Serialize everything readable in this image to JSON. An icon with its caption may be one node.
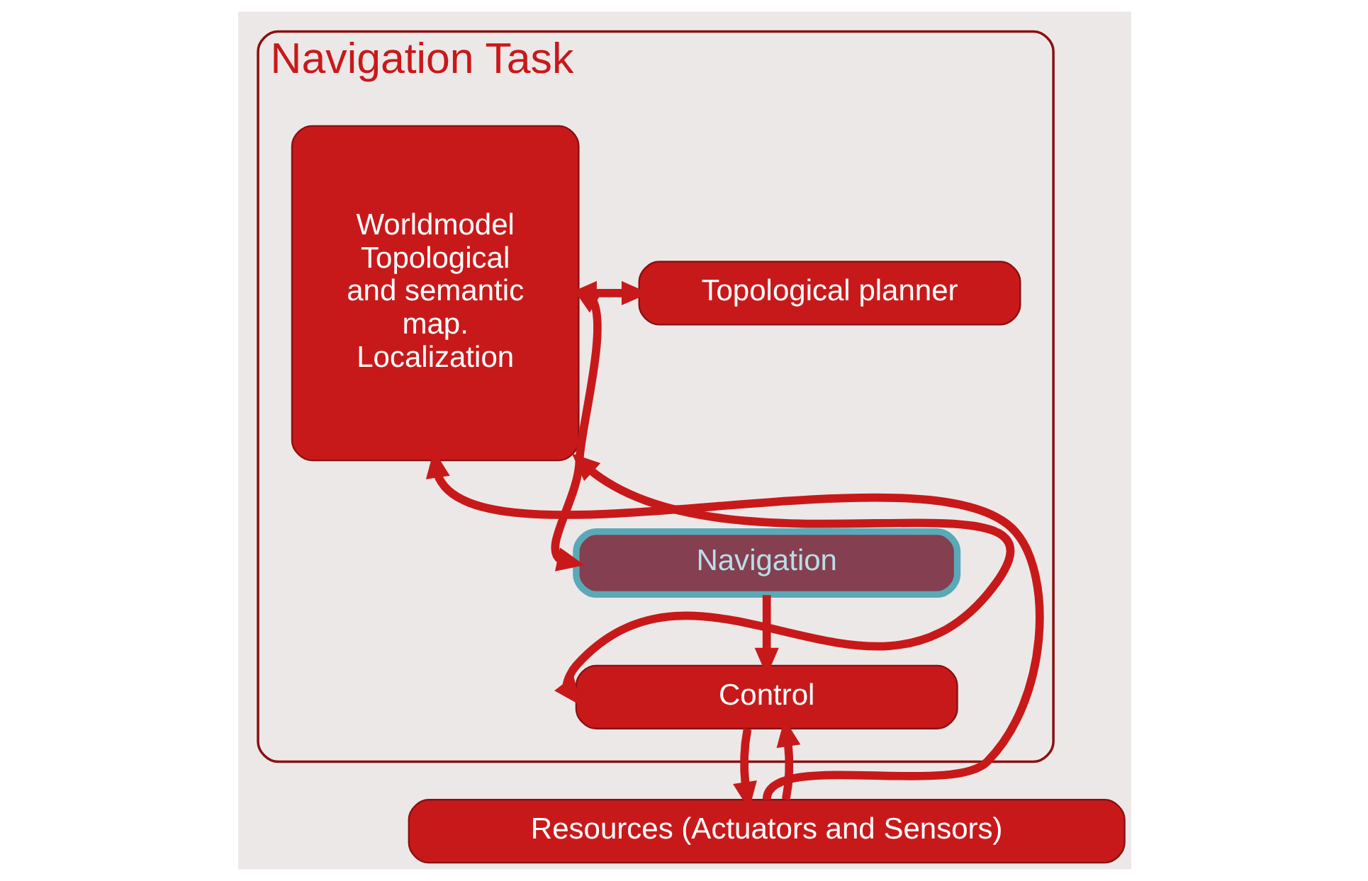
{
  "diagram": {
    "nodes": [
      {
        "text": [
          "Navigation Task"
        ]
      },
      {
        "text": [
          "Worldmodel Topological and semantic map. Localization"
        ],
        "in": 0
      },
      {
        "text": [
          "Topological planner"
        ],
        "in": 0
      },
      {
        "text": [
          "Navigation"
        ],
        "in": 0
      },
      {
        "text": [
          "Control"
        ],
        "in": 0
      },
      {
        "text": [
          "Resources (Actuators and Sensors)"
        ]
      }
    ],
    "edges": [
      {
        "from": 1,
        "to": 2,
        "arrow": "both"
      },
      {
        "from": 1,
        "to": 3,
        "arrow": "both"
      },
      {
        "from": 1,
        "to": 4,
        "arrow": "both"
      },
      {
        "from": 3,
        "to": 4,
        "arrow": "to"
      },
      {
        "from": 5,
        "to": 1,
        "arrow": "to"
      },
      {
        "from": 5,
        "to": 4,
        "arrow": "to"
      },
      {
        "from": 4,
        "to": 5,
        "arrow": "to"
      }
    ]
  }
}
